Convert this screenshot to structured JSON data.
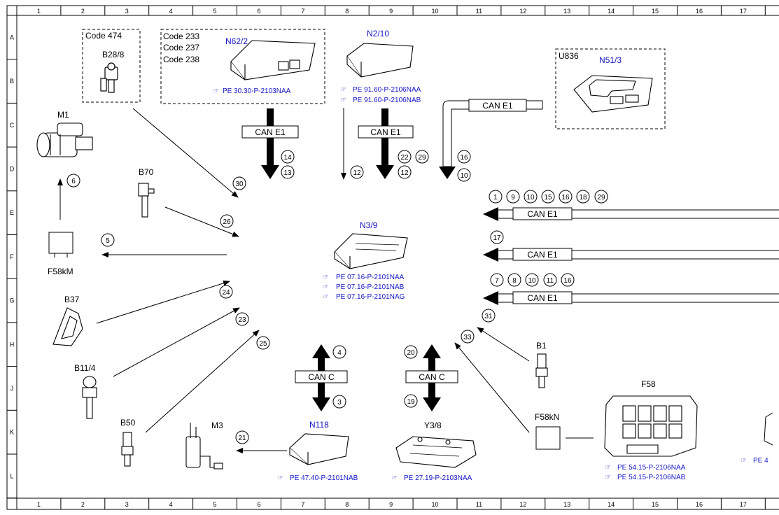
{
  "grid": {
    "columns": [
      "1",
      "2",
      "3",
      "4",
      "5",
      "6",
      "7",
      "8",
      "9",
      "10",
      "11",
      "12",
      "13",
      "14",
      "15",
      "16",
      "17"
    ],
    "rows": [
      "A",
      "B",
      "C",
      "D",
      "E",
      "F",
      "G",
      "H",
      "J",
      "K",
      "L"
    ]
  },
  "colors": {
    "reference_blue": "#1515c8",
    "line": "#000000"
  },
  "components": {
    "code474": {
      "code": "Code 474",
      "name": "B28/8"
    },
    "n62_2": {
      "codes": [
        "Code 233",
        "Code 237",
        "Code 238"
      ],
      "name": "N62/2",
      "refs": [
        "PE 30.30-P-2103NAA"
      ]
    },
    "n2_10": {
      "name": "N2/10",
      "refs": [
        "PE 91.60-P-2106NAA",
        "PE 91.60-P-2106NAB"
      ]
    },
    "u836": {
      "code": "U836",
      "name": "N51/3"
    },
    "m1": {
      "name": "M1"
    },
    "b70": {
      "name": "B70"
    },
    "f58km": {
      "name": "F58kM"
    },
    "n3_9": {
      "name": "N3/9",
      "refs": [
        "PE 07.16-P-2101NAA",
        "PE 07.16-P-2101NAB",
        "PE 07.16-P-2101NAG"
      ]
    },
    "b37": {
      "name": "B37"
    },
    "b11_4": {
      "name": "B11/4"
    },
    "b50": {
      "name": "B50"
    },
    "m3": {
      "name": "M3"
    },
    "n118": {
      "name": "N118",
      "refs": [
        "PE 47.40-P-2101NAB"
      ]
    },
    "y3_8": {
      "name": "Y3/8",
      "refs": [
        "PE 27.19-P-2103NAA"
      ]
    },
    "b1": {
      "name": "B1"
    },
    "f58kn": {
      "name": "F58kN"
    },
    "f58": {
      "name": "F58",
      "refs": [
        "PE 54.15-P-2106NAA",
        "PE 54.15-P-2106NAB"
      ]
    },
    "edge_ref": {
      "text": "PE 4"
    }
  },
  "buses": {
    "can_e1": "CAN E1",
    "can_c": "CAN C"
  },
  "signals": {
    "s1": "1",
    "s3": "3",
    "s4": "4",
    "s5": "5",
    "s6": "6",
    "s7": "7",
    "s8": "8",
    "s9": "9",
    "s10": "10",
    "s11": "11",
    "s12": "12",
    "s13": "13",
    "s14": "14",
    "s15": "15",
    "s16": "16",
    "s17": "17",
    "s18": "18",
    "s19": "19",
    "s20": "20",
    "s21": "21",
    "s22": "22",
    "s23": "23",
    "s24": "24",
    "s25": "25",
    "s26": "26",
    "s29": "29",
    "s30": "30",
    "s31": "31",
    "s33": "33"
  }
}
